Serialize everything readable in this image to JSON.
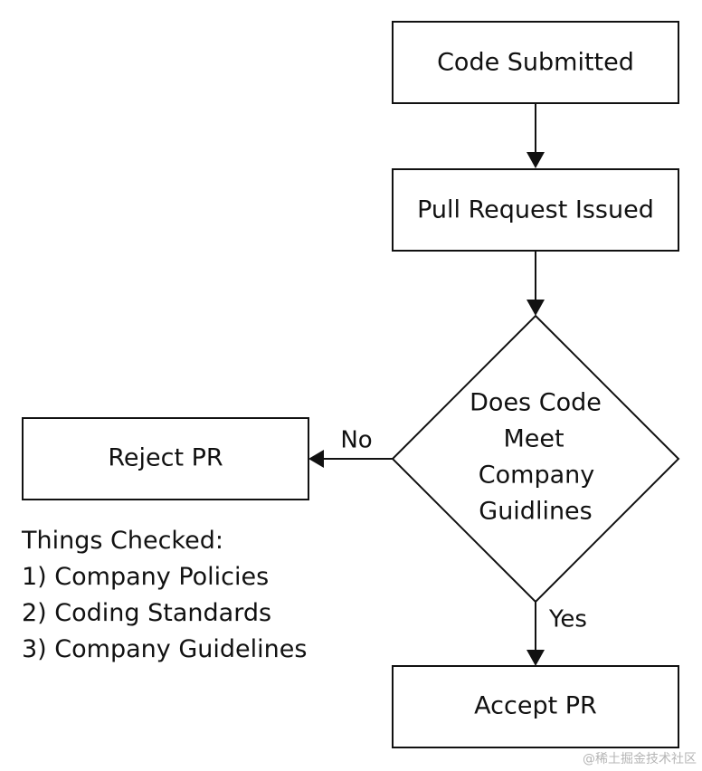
{
  "nodes": {
    "code_submitted": "Code Submitted",
    "pull_request_issued": "Pull Request Issued",
    "decision": [
      "Does Code",
      "Meet",
      "Company",
      "Guidlines"
    ],
    "reject_pr": "Reject PR",
    "accept_pr": "Accept PR"
  },
  "edges": {
    "no_label": "No",
    "yes_label": "Yes"
  },
  "notes": {
    "title": "Things Checked:",
    "items": [
      "1) Company Policies",
      "2) Coding Standards",
      "3) Company Guidelines"
    ]
  },
  "watermark": "@稀土掘金技术社区",
  "colors": {
    "stroke": "#111111",
    "background": "#ffffff"
  }
}
